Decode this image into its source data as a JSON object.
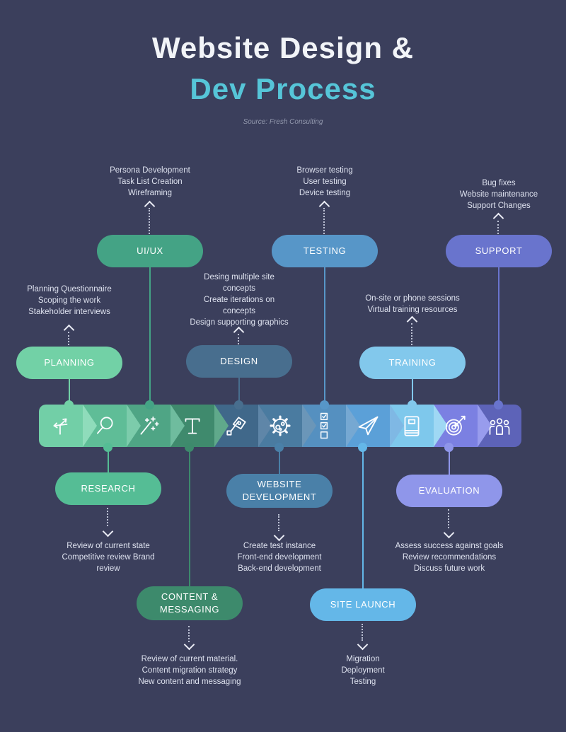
{
  "background_color": "#3b3f5c",
  "title": {
    "line1": "Website Design &",
    "line2": "Dev Process",
    "line2_color": "#56c5d8",
    "source": "Source: Fresh Consulting"
  },
  "stages": [
    {
      "id": "planning",
      "label": "PLANNING",
      "pill": "#72d1a6",
      "seg": "#72cfa7",
      "tip": "#8fdcbb",
      "icon": "junction-arrows",
      "notes": [
        "Planning Questionnaire",
        "Scoping the work",
        "Stakeholder interviews"
      ]
    },
    {
      "id": "research",
      "label": "RESEARCH",
      "pill": "#55bd95",
      "seg": "#5fbd97",
      "tip": "#7cccab",
      "icon": "magnifier",
      "notes": [
        "Review of current state",
        "Competitive review Brand",
        "review"
      ]
    },
    {
      "id": "uiux",
      "label": "UI/UX",
      "pill": "#44a385",
      "seg": "#4fa585",
      "tip": "#6fbc9e",
      "icon": "magic-wand",
      "notes": [
        "Persona Development",
        "Task List Creation",
        "Wireframing"
      ]
    },
    {
      "id": "content",
      "label": "CONTENT & MESSAGING",
      "pill": "#3d8a6c",
      "seg": "#3f8a6d",
      "tip": "#60a98b",
      "icon": "text-tool",
      "notes": [
        "Review of current material.",
        "Content migration strategy",
        "New content and messaging"
      ]
    },
    {
      "id": "design",
      "label": "DESIGN",
      "pill": "#486e8e",
      "seg": "#40688a",
      "tip": "#5f86a8",
      "icon": "pen-tool",
      "notes": [
        "Desing multiple site",
        "concepts",
        "Create iterations on",
        "concepts",
        "Design supporting graphics"
      ]
    },
    {
      "id": "webdev",
      "label": "WEBSITE DEVELOPMENT",
      "pill": "#4a80a8",
      "seg": "#4a7ba0",
      "tip": "#6b96b8",
      "icon": "gear",
      "notes": [
        "Create test instance",
        "Front-end development",
        "Back-end development"
      ]
    },
    {
      "id": "testing",
      "label": "TESTING",
      "pill": "#5796c8",
      "seg": "#5590c0",
      "tip": "#76a8d2",
      "icon": "checklist",
      "notes": [
        "Browser testing",
        "User testing",
        "Device testing"
      ]
    },
    {
      "id": "sitelaunch",
      "label": "SITE LAUNCH",
      "pill": "#64b7e8",
      "seg": "#5ba0d8",
      "tip": "#7fb8e4",
      "icon": "paper-plane",
      "notes": [
        "Migration",
        "Deployment",
        "Testing"
      ]
    },
    {
      "id": "training",
      "label": "TRAINING",
      "pill": "#82c8ec",
      "seg": "#7ec8ec",
      "tip": "#9fd8f4",
      "icon": "book",
      "notes": [
        "On-site or phone sessions",
        "Virtual training resources"
      ]
    },
    {
      "id": "evaluation",
      "label": "EVALUATION",
      "pill": "#8f96ea",
      "seg": "#7b80e2",
      "tip": "#989ced",
      "icon": "target-dart",
      "notes": [
        "Assess success against goals",
        "Review recommendations",
        "Discuss future work"
      ]
    },
    {
      "id": "support",
      "label": "SUPPORT",
      "pill": "#6974cd",
      "seg": "#5d63b8",
      "tip": "#7d82cc",
      "icon": "team",
      "notes": [
        "Bug fixes",
        "Website maintenance",
        "Support Changes"
      ]
    }
  ]
}
